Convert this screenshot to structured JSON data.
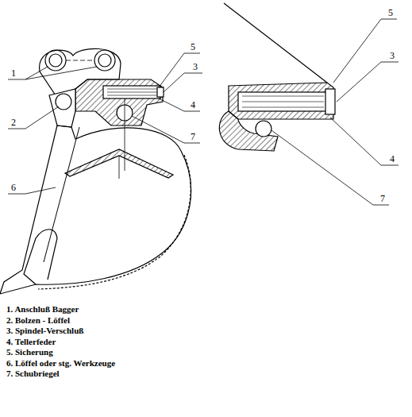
{
  "diagram": {
    "labels": [
      "5",
      "1",
      "5",
      "3",
      "3",
      "2",
      "4",
      "4",
      "7",
      "7",
      "6",
      "1. Anschluß Bagger",
      "2. Bolzen - Löffel",
      "3. Spindel-Verschluß",
      "4. Tellerfeder",
      "5. Sicherung",
      "6. Löffel oder stg. Werkzeuge",
      "7. Schubriegel"
    ]
  }
}
